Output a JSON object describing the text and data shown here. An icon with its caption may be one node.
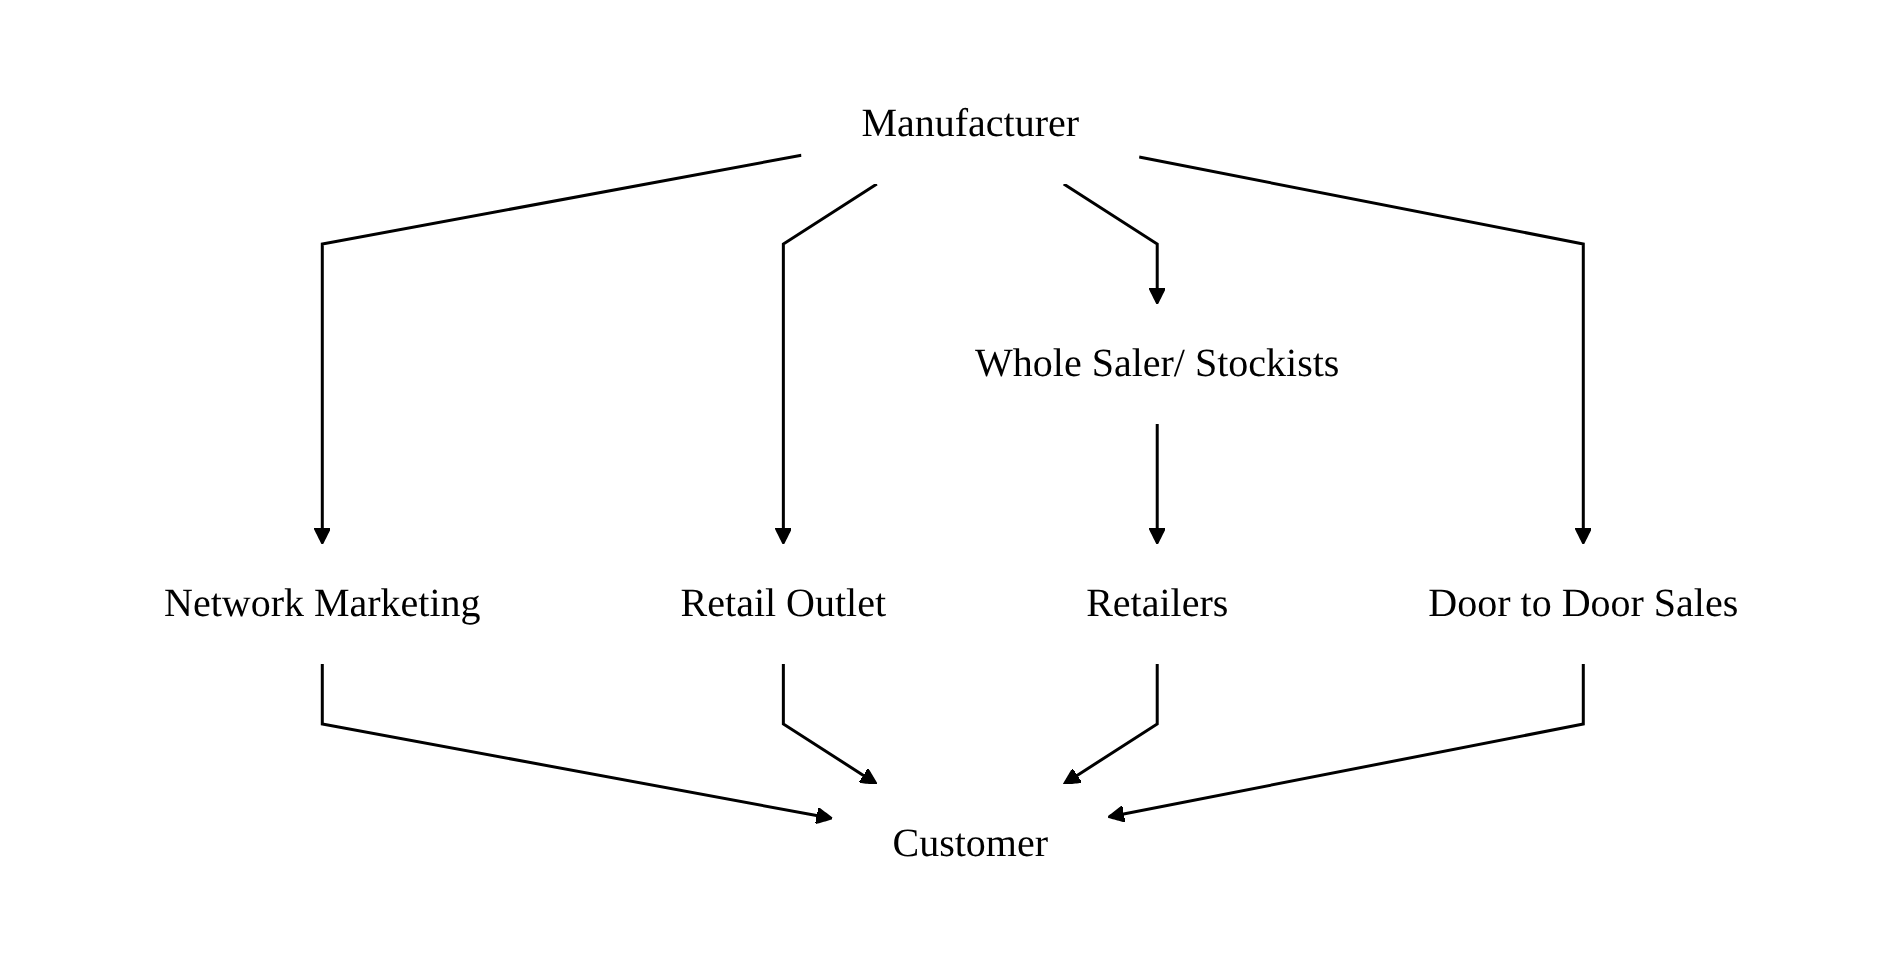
{
  "diagram": {
    "nodes": [
      {
        "text": [
          "Manufacturer"
        ]
      },
      {
        "text": [
          "Whole Saler/ Stockists"
        ]
      },
      {
        "text": [
          "Network Marketing"
        ]
      },
      {
        "text": [
          "Retail Outlet"
        ]
      },
      {
        "text": [
          "Retailers"
        ]
      },
      {
        "text": [
          "Door to Door Sales"
        ]
      },
      {
        "text": [
          "Customer"
        ]
      }
    ],
    "edges": [
      {
        "from": 0,
        "to": 3,
        "arrow": "to"
      },
      {
        "from": 0,
        "to": 2,
        "arrow": "to"
      },
      {
        "from": 0,
        "to": 1,
        "arrow": "to"
      },
      {
        "from": 0,
        "to": 5,
        "arrow": "to"
      },
      {
        "from": 1,
        "to": 4,
        "arrow": "to"
      },
      {
        "from": 2,
        "to": 6,
        "arrow": "to"
      },
      {
        "from": 3,
        "to": 6,
        "arrow": "to"
      },
      {
        "from": 4,
        "to": 6,
        "arrow": "to"
      },
      {
        "from": 5,
        "to": 6,
        "arrow": "to"
      }
    ]
  }
}
